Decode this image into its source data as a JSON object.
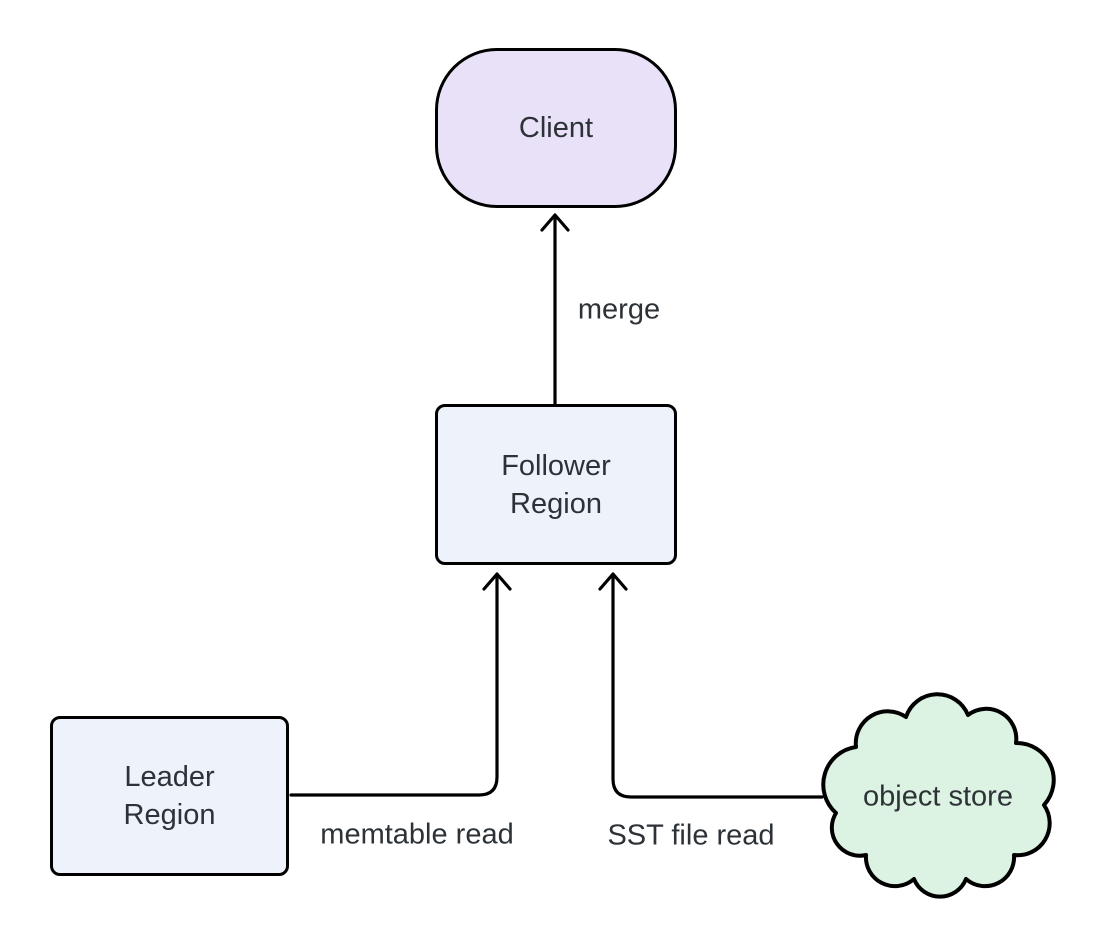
{
  "diagram": {
    "type": "flowchart",
    "background": "#ffffff",
    "stroke_color": "#000000",
    "text_color": "#2d3237",
    "nodes": [
      {
        "id": "client",
        "shape": "stadium",
        "label": "Client",
        "fill": "#e8e1f8"
      },
      {
        "id": "follower-region",
        "shape": "rounded-rect",
        "label": "Follower Region",
        "lines": [
          "Follower",
          "Region"
        ],
        "fill": "#edf2fb"
      },
      {
        "id": "leader-region",
        "shape": "rounded-rect",
        "label": "Leader Region",
        "lines": [
          "Leader",
          "Region"
        ],
        "fill": "#edf2fb"
      },
      {
        "id": "object-store",
        "shape": "cloud",
        "label": "object store",
        "fill": "#dcf2e2"
      }
    ],
    "edges": [
      {
        "from": "follower-region",
        "to": "client",
        "label": "merge"
      },
      {
        "from": "leader-region",
        "to": "follower-region",
        "label": "memtable read"
      },
      {
        "from": "object-store",
        "to": "follower-region",
        "label": "SST file read"
      }
    ]
  }
}
